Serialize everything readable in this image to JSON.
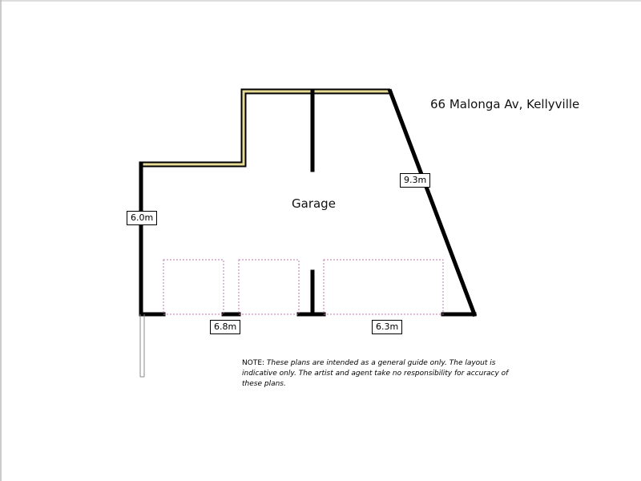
{
  "address": "66 Malonga Av, Kellyville",
  "room": "Garage",
  "dimensions": {
    "left": "6.0m",
    "right": "9.3m",
    "bottom_left": "6.8m",
    "bottom_right": "6.3m"
  },
  "note": {
    "label": "NOTE:",
    "text": "These plans are intended as a general guide only.  The layout is indicative only. The artist and agent take no responsibility for accuracy of these plans."
  },
  "colors": {
    "wall": "#000000",
    "exterior_wall_fill": "#e8dc96",
    "door_outline": "#c27ab0"
  }
}
